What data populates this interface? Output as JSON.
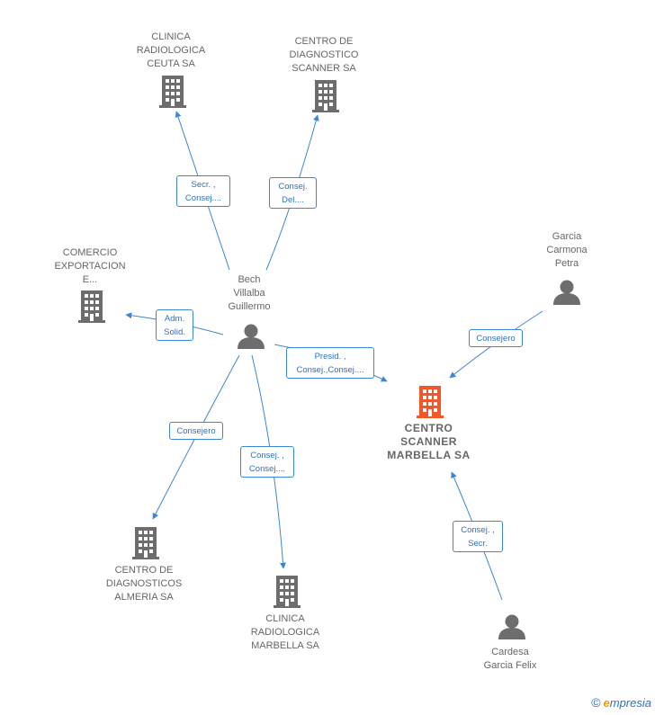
{
  "nodes": {
    "clinica_ceuta": "CLINICA\nRADIOLOGICA\nCEUTA SA",
    "centro_diagnostico_scanner": "CENTRO DE\nDIAGNOSTICO\nSCANNER SA",
    "comercio_exportacion": "COMERCIO\nEXPORTACION\nE...",
    "bech_villalba": "Bech\nVillalba\nGuillermo",
    "garcia_carmona": "Garcia\nCarmona\nPetra",
    "centro_scanner_marbella": "CENTRO\nSCANNER\nMARBELLA SA",
    "centro_almeria": "CENTRO DE\nDIAGNOSTICOS\nALMERIA SA",
    "clinica_marbella": "CLINICA\nRADIOLOGICA\nMARBELLA SA",
    "cardesa_garcia": "Cardesa\nGarcia Felix"
  },
  "roles": {
    "ceuta": "Secr. ,\nConsej....",
    "scanner_sa": "Consej.\nDel....",
    "comercio": "Adm.\nSolid.",
    "marbella_main": "Presid. ,\nConsej.,Consej....",
    "garcia": "Consejero",
    "almeria": "Consejero",
    "clinica_marbella": "Consej. ,\nConsej....",
    "cardesa": "Consej. ,\nSecr."
  },
  "colors": {
    "company": "#6d6d6d",
    "company_main": "#f0572a",
    "person": "#6d6d6d",
    "edge": "#3d86d4"
  },
  "footer": {
    "copyright": "©",
    "brand_e": "e",
    "brand_rest": "mpresia"
  }
}
